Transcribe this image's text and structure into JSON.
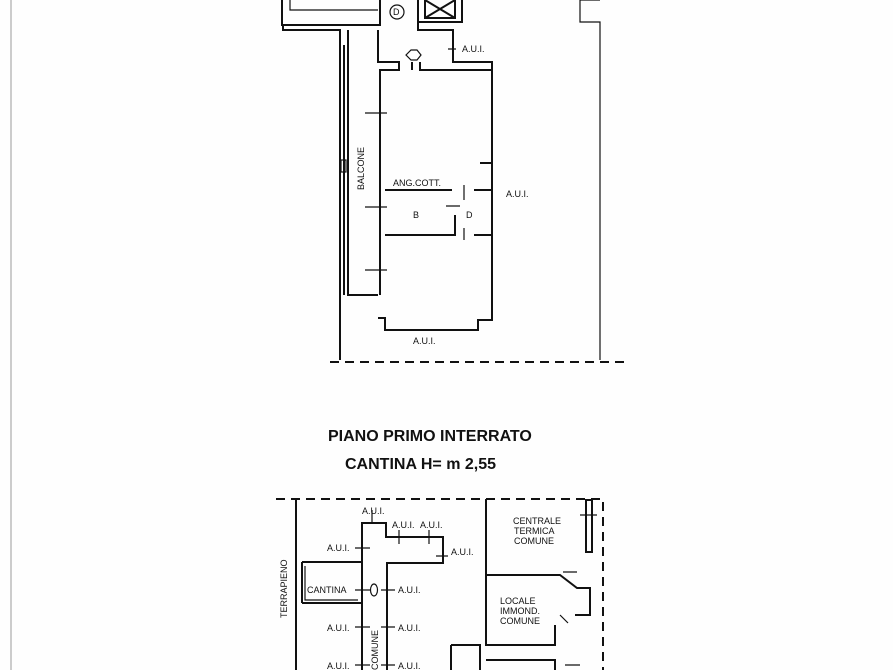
{
  "upper_plan": {
    "labels": {
      "door_marker": "D",
      "aui_top": "A.U.I.",
      "balcone": "BALCONE",
      "ang_cott": "ANG.COTT.",
      "bagno": "B",
      "disimpegno": "D",
      "aui_right": "A.U.I.",
      "aui_bottom": "A.U.I."
    }
  },
  "section_title": "PIANO PRIMO INTERRATO",
  "section_subtitle": "CANTINA H= m 2,55",
  "lower_plan": {
    "labels": {
      "aui_1": "A.U.I.",
      "aui_2": "A.U.I.",
      "aui_3": "A.U.I.",
      "aui_4": "A.U.I.",
      "aui_5": "A.U.I.",
      "cantina": "CANTINA",
      "aui_6": "A.U.I.",
      "aui_7": "A.U.I.",
      "aui_8": "A.U.I.",
      "aui_9": "A.U.I.",
      "aui_10": "A.U.I.",
      "terrapieno": "TERRAPIENO",
      "comune": "COMUNE",
      "centrale_termica": [
        "CENTRALE",
        "TERMICA",
        "COMUNE"
      ],
      "locale_immond": [
        "LOCALE",
        "IMMOND.",
        "COMUNE"
      ]
    }
  }
}
